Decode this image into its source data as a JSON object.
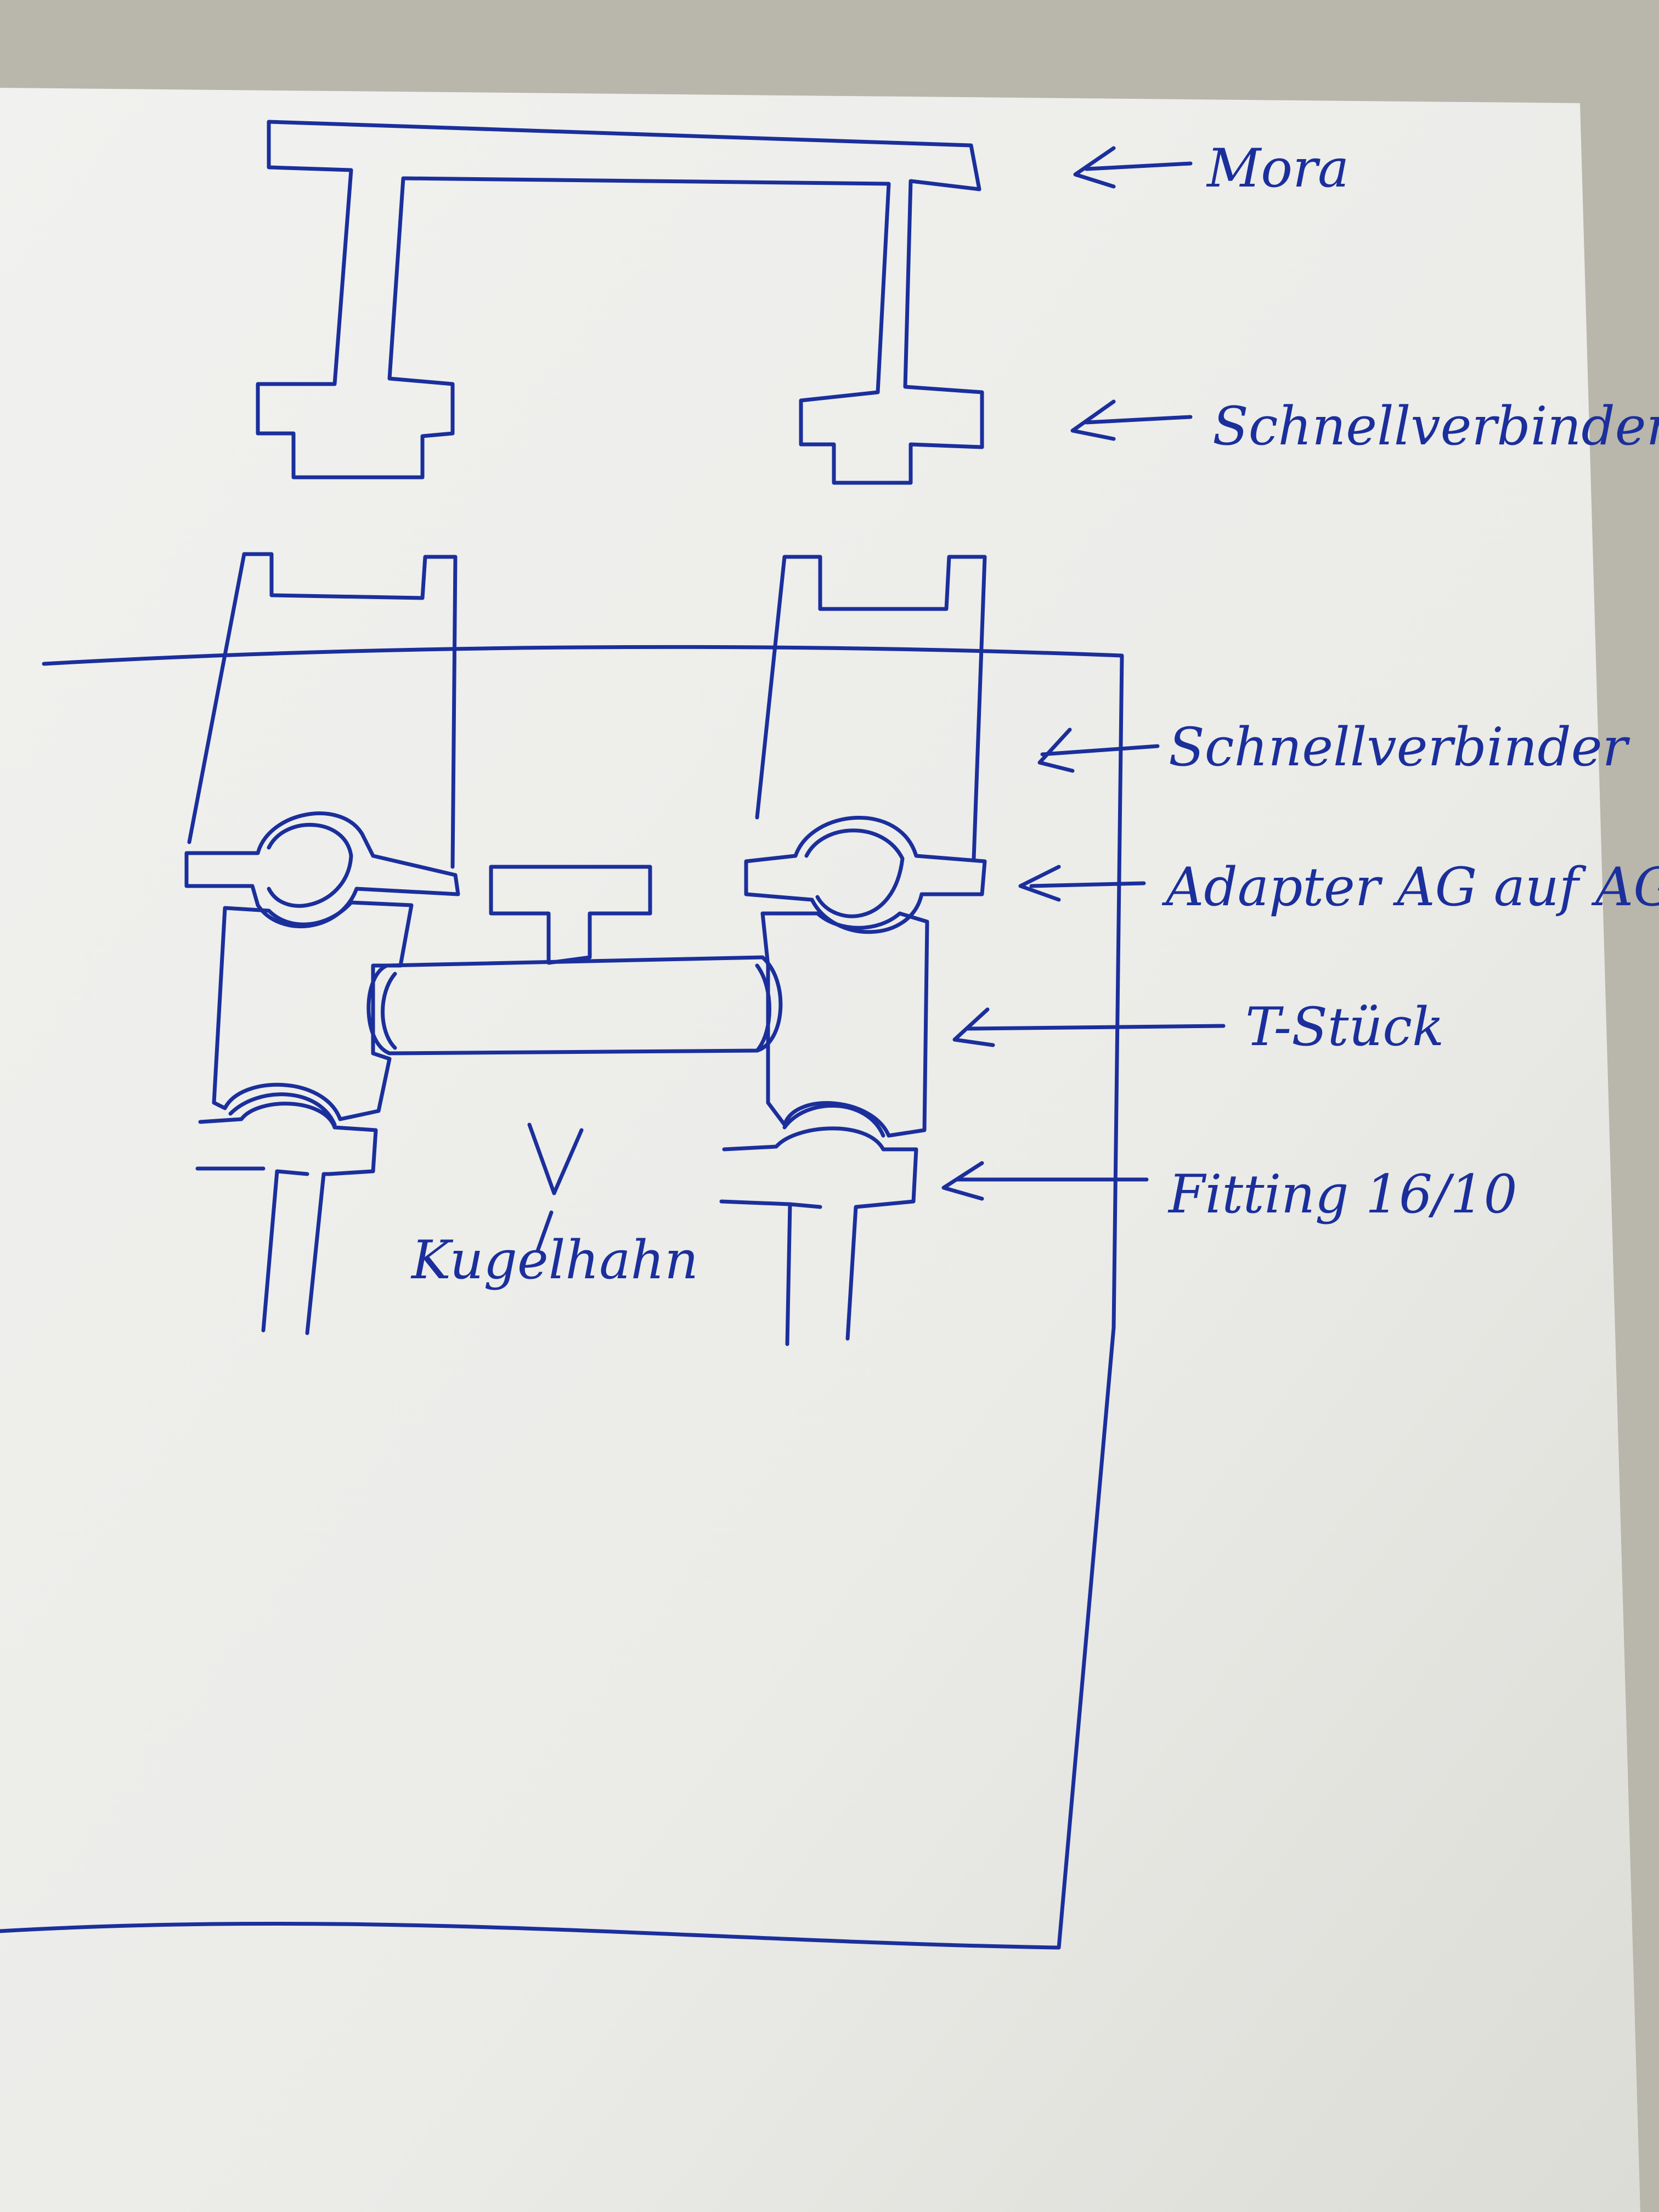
{
  "labels": {
    "mora": "Mora",
    "schnellverbinder_top": "Schnellverbinder",
    "schnellverbinder_bottom": "Schnellverbinder",
    "adapter": "Adapter AG auf AG",
    "t_stueck": "T-Stück",
    "fitting": "Fitting 16/10",
    "kugelhahn": "Kugelhahn"
  },
  "colors": {
    "ink": "#1b2f9c",
    "paper": "#efefed",
    "background": "#b9b6ab"
  }
}
